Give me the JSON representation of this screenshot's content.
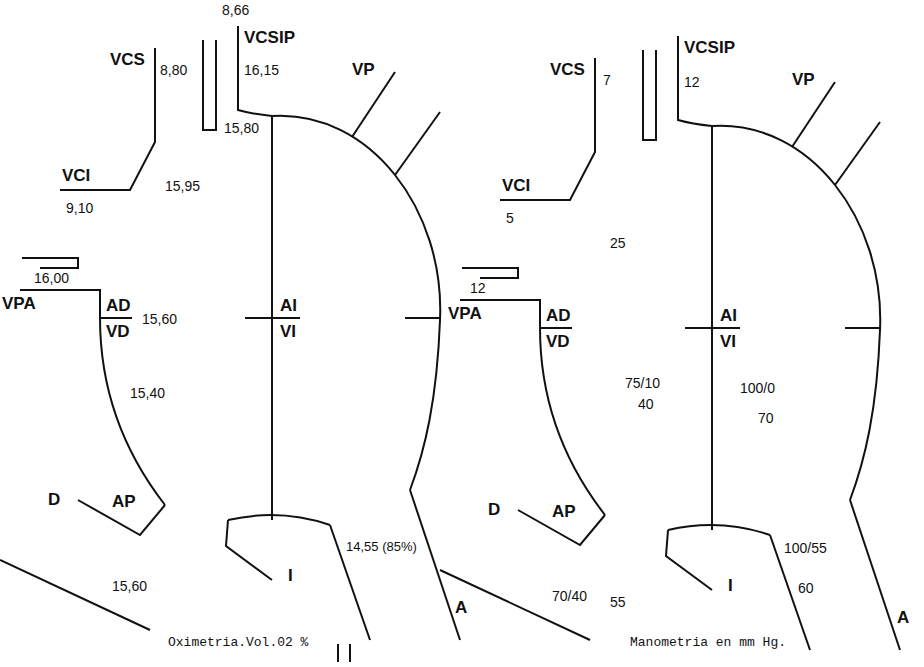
{
  "diagram": {
    "labels": [
      "8,66",
      "VCSIP",
      "VCS",
      "8,80",
      "16,15",
      "VP",
      "15,80",
      "VCI",
      "15,95",
      "9,10",
      "16,00",
      "VPA",
      "AD",
      "AI",
      "VD",
      "15,60",
      "VI",
      "15,40",
      "D",
      "AP",
      "I",
      "14,55 (85%)",
      "A",
      "15,60",
      "Oximetria.Vol.02 %",
      "VCSIP",
      "VCS",
      "7",
      "12",
      "VP",
      "VCI",
      "5",
      "25",
      "12",
      "VPA",
      "AD",
      "AI",
      "VD",
      "VI",
      "75/10",
      "40",
      "100/0",
      "70",
      "D",
      "AP",
      "100/55",
      "60",
      "I",
      "A",
      "70/40",
      "55",
      "Manometria en mm Hg."
    ]
  }
}
